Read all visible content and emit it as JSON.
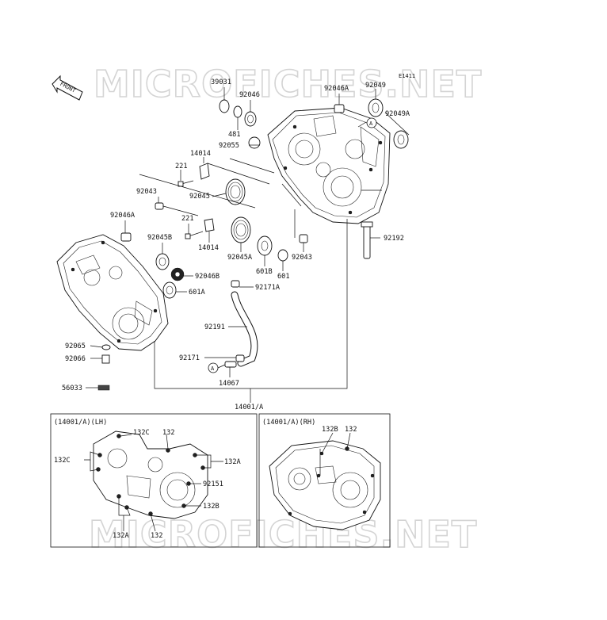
{
  "watermark": "MICROFICHES.NET",
  "figure_code": "E1411",
  "front_arrow": "FRONT",
  "labels": {
    "p39031": "39031",
    "p92046": "92046",
    "p481": "481",
    "p92055": "92055",
    "p92046A_top": "92046A",
    "p92049": "92049",
    "p92049A": "92049A",
    "p14014_top": "14014",
    "p221_top": "221",
    "p92043_left": "92043",
    "p92045": "92045",
    "p92046A_left": "92046A",
    "p221_mid": "221",
    "p92045B": "92045B",
    "p14014_mid": "14014",
    "p92045A": "92045A",
    "p601B": "601B",
    "p601": "601",
    "p92043_right": "92043",
    "p92192": "92192",
    "p92046B": "92046B",
    "p601A": "601A",
    "p92171A": "92171A",
    "p92191": "92191",
    "p92065": "92065",
    "p92066": "92066",
    "p92171": "92171",
    "p14067": "14067",
    "p56033": "56033",
    "p14001A": "14001/A",
    "ref_A": "A"
  },
  "inset_lh": {
    "title": "(14001/A)(LH)",
    "l132C_top": "132C",
    "l132_top": "132",
    "l132C_left": "132C",
    "l132A_right": "132A",
    "l92151": "92151",
    "l132B": "132B",
    "l132A_bottom": "132A",
    "l132_bottom": "132"
  },
  "inset_rh": {
    "title": "(14001/A)(RH)",
    "l132B": "132B",
    "l132": "132"
  }
}
